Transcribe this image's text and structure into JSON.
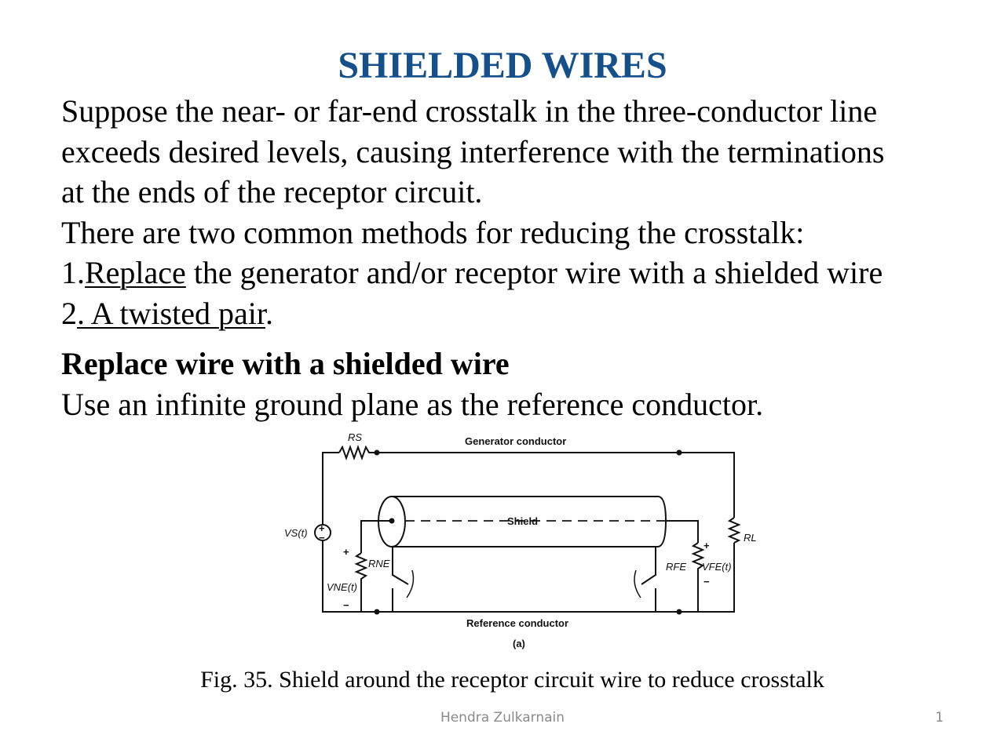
{
  "title": "SHIELDED WIRES",
  "paragraph": {
    "line1": "Suppose the near- or far-end crosstalk in the three-conductor line",
    "line2": "exceeds desired levels, causing interference with the terminations",
    "line3": "at the ends of the receptor circuit.",
    "line4": "There are two common methods for reducing the crosstalk:",
    "item1_num": "1.",
    "item1_link": "Replace",
    "item1_rest": " the generator and/or receptor wire with a shielded wire",
    "item2_num": "2",
    "item2_link": ". A twisted pair",
    "item2_end": "."
  },
  "heading": "Replace wire with a shielded wire",
  "subtext": "Use an infinite ground plane as the reference conductor.",
  "diagram": {
    "generator_label": "Generator conductor",
    "reference_label": "Reference conductor",
    "shield_label": "Shield",
    "rs": "RS",
    "rl": "RL",
    "rne": "RNE",
    "rfe": "RFE",
    "vs": "VS(t)",
    "vne": "VNE(t)",
    "vfe": "VFE(t)",
    "plus": "+",
    "minus": "−",
    "sublabel": "(a)"
  },
  "caption": "Fig. 35. Shield around the receptor circuit wire to reduce crosstalk",
  "footer": {
    "author": "Hendra Zulkarnain",
    "page": "1"
  }
}
